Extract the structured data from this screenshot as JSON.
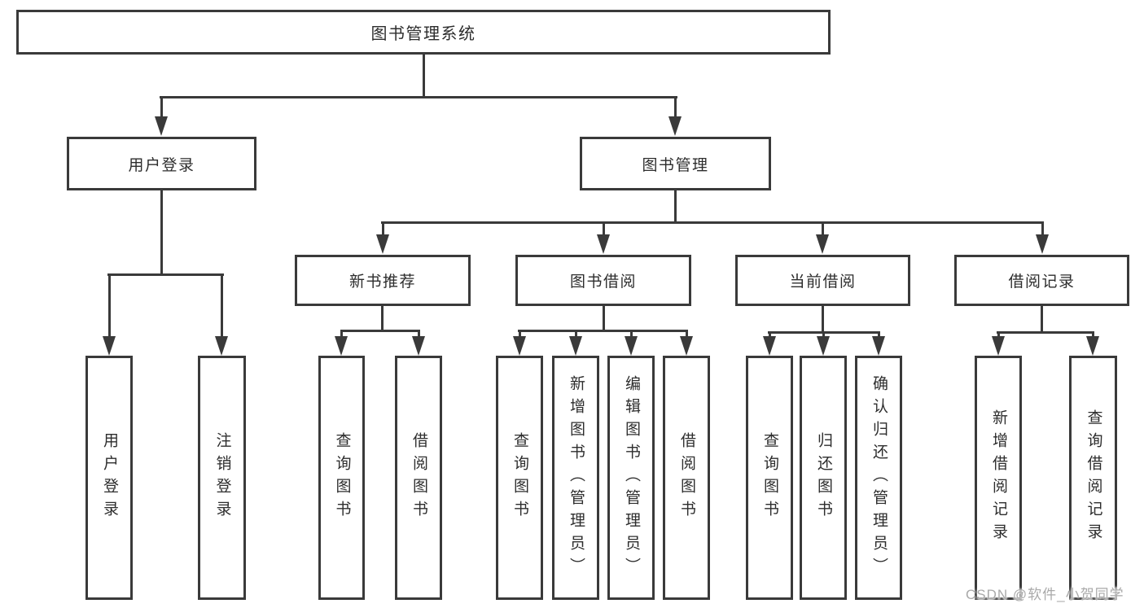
{
  "title": "图书管理系统",
  "colors": {
    "line": "#3a3a3a",
    "box_border": "#3a3a3a",
    "text": "#2d2d2d",
    "background": "#ffffff",
    "watermark": "#a9a9a9"
  },
  "nodes": {
    "root": "图书管理系统",
    "user_login": "用户登录",
    "book_mgmt": "图书管理",
    "new_book_rec": "新书推荐",
    "book_borrow": "图书借阅",
    "current_borrow": "当前借阅",
    "borrow_records": "借阅记录",
    "ul_login": "用户登录",
    "ul_logout": "注销登录",
    "nb_query": "查询图书",
    "nb_borrow": "借阅图书",
    "bb_query": "查询图书",
    "bb_add": "新增图书（管理员）",
    "bb_edit": "编辑图书（管理员）",
    "bb_borrow": "借阅图书",
    "cb_query": "查询图书",
    "cb_return": "归还图书",
    "cb_confirm": "确认归还（管理员）",
    "br_add": "新增借阅记录",
    "br_query": "查询借阅记录"
  },
  "hierarchy": {
    "图书管理系统": {
      "用户登录": [
        "用户登录",
        "注销登录"
      ],
      "图书管理": {
        "新书推荐": [
          "查询图书",
          "借阅图书"
        ],
        "图书借阅": [
          "查询图书",
          "新增图书（管理员）",
          "编辑图书（管理员）",
          "借阅图书"
        ],
        "当前借阅": [
          "查询图书",
          "归还图书",
          "确认归还（管理员）"
        ],
        "借阅记录": [
          "新增借阅记录",
          "查询借阅记录"
        ]
      }
    }
  },
  "watermark": "CSDN @软件_小贺同学"
}
